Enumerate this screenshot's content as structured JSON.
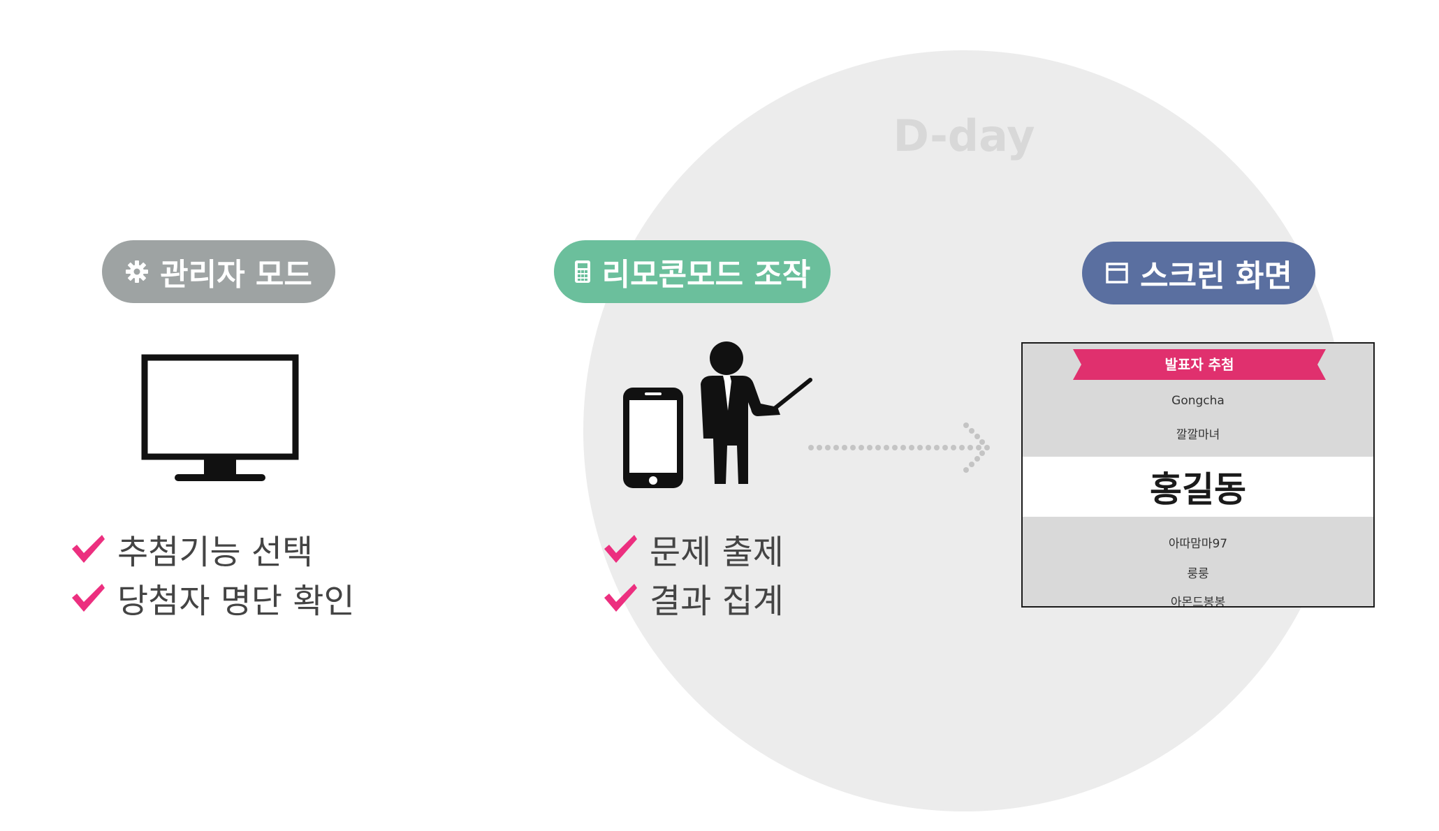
{
  "dday_label": "D-day",
  "colors": {
    "admin_pill": "#9ea3a3",
    "remote_pill": "#6bbf9c",
    "screen_pill": "#5a6fa0",
    "check_mark": "#ec2f7f",
    "ribbon": "#e0306e",
    "circle_bg": "#ececec"
  },
  "admin": {
    "title": "관리자 모드",
    "icon": "gear-icon",
    "checks": [
      "추첨기능 선택",
      "당첨자 명단 확인"
    ]
  },
  "remote": {
    "title": "리모콘모드 조작",
    "icon": "calculator-icon",
    "checks": [
      "문제 출제",
      "결과 집계"
    ]
  },
  "screen": {
    "title": "스크린 화면",
    "icon": "window-icon",
    "ribbon": "발표자 추첨",
    "names_top": [
      "Gongcha",
      "깔깔마녀"
    ],
    "winner": "홍길동",
    "names_bottom": [
      "아따맘마97",
      "룽룽",
      "아몬드봉봉"
    ]
  }
}
